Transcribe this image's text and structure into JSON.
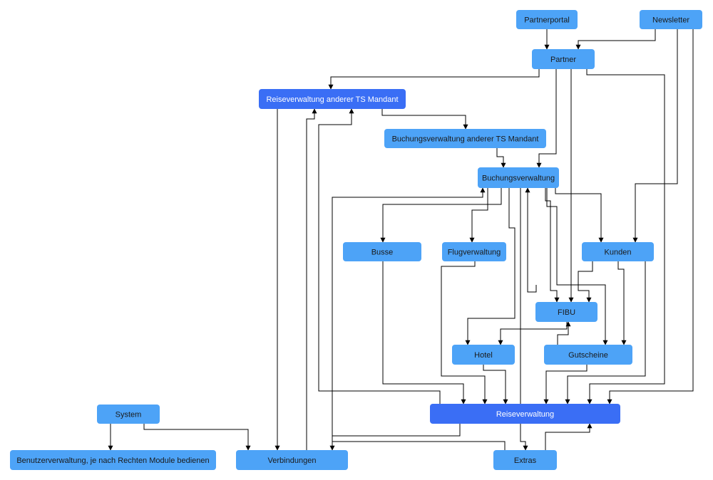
{
  "colors": {
    "node_fill": "#4da3f7",
    "node_fill_main": "#3a6ef5",
    "edge": "#000000",
    "background": "#ffffff"
  },
  "nodes": {
    "partnerportal": {
      "label": "Partnerportal",
      "style": "light"
    },
    "newsletter": {
      "label": "Newsletter",
      "style": "light"
    },
    "partner": {
      "label": "Partner",
      "style": "light"
    },
    "reiseverwaltung_ts": {
      "label": "Reiseverwaltung anderer TS Mandant",
      "style": "main"
    },
    "buchungsverwaltung_ts": {
      "label": "Buchungsverwaltung anderer TS Mandant",
      "style": "light"
    },
    "buchungsverwaltung": {
      "label": "Buchungsverwaltung",
      "style": "light"
    },
    "busse": {
      "label": "Busse",
      "style": "light"
    },
    "flugverwaltung": {
      "label": "Flugverwaltung",
      "style": "light"
    },
    "kunden": {
      "label": "Kunden",
      "style": "light"
    },
    "fibu": {
      "label": "FIBU",
      "style": "light"
    },
    "hotel": {
      "label": "Hotel",
      "style": "light"
    },
    "gutscheine": {
      "label": "Gutscheine",
      "style": "light"
    },
    "system": {
      "label": "System",
      "style": "light"
    },
    "reiseverwaltung": {
      "label": "Reiseverwaltung",
      "style": "main"
    },
    "benutzerverwaltung": {
      "label": "Benutzerverwaltung, je nach Rechten Module bedienen",
      "style": "light"
    },
    "verbindungen": {
      "label": "Verbindungen",
      "style": "light"
    },
    "extras": {
      "label": "Extras",
      "style": "light"
    }
  },
  "edges": [
    {
      "from": "partnerportal",
      "to": "partner"
    },
    {
      "from": "newsletter",
      "to": "partner"
    },
    {
      "from": "newsletter",
      "to": "kunden"
    },
    {
      "from": "newsletter",
      "to": "reiseverwaltung"
    },
    {
      "from": "partner",
      "to": "reiseverwaltung_ts"
    },
    {
      "from": "partner",
      "to": "buchungsverwaltung"
    },
    {
      "from": "partner",
      "to": "fibu"
    },
    {
      "from": "partner",
      "to": "reiseverwaltung"
    },
    {
      "from": "reiseverwaltung_ts",
      "to": "buchungsverwaltung_ts"
    },
    {
      "from": "reiseverwaltung_ts",
      "to": "verbindungen"
    },
    {
      "from": "buchungsverwaltung_ts",
      "to": "buchungsverwaltung"
    },
    {
      "from": "buchungsverwaltung",
      "to": "busse"
    },
    {
      "from": "buchungsverwaltung",
      "to": "flugverwaltung"
    },
    {
      "from": "buchungsverwaltung",
      "to": "kunden"
    },
    {
      "from": "buchungsverwaltung",
      "to": "hotel"
    },
    {
      "from": "buchungsverwaltung",
      "to": "fibu"
    },
    {
      "from": "buchungsverwaltung",
      "to": "gutscheine"
    },
    {
      "from": "kunden",
      "to": "fibu"
    },
    {
      "from": "kunden",
      "to": "gutscheine"
    },
    {
      "from": "kunden",
      "to": "reiseverwaltung"
    },
    {
      "from": "fibu",
      "to": "hotel"
    },
    {
      "from": "fibu",
      "to": "buchungsverwaltung"
    },
    {
      "from": "gutscheine",
      "to": "fibu"
    },
    {
      "from": "gutscheine",
      "to": "reiseverwaltung"
    },
    {
      "from": "busse",
      "to": "reiseverwaltung"
    },
    {
      "from": "flugverwaltung",
      "to": "reiseverwaltung"
    },
    {
      "from": "hotel",
      "to": "reiseverwaltung"
    },
    {
      "from": "system",
      "to": "benutzerverwaltung"
    },
    {
      "from": "system",
      "to": "verbindungen"
    },
    {
      "from": "reiseverwaltung",
      "to": "reiseverwaltung_ts"
    },
    {
      "from": "reiseverwaltung",
      "to": "verbindungen"
    },
    {
      "from": "verbindungen",
      "to": "reiseverwaltung_ts"
    },
    {
      "from": "extras",
      "to": "reiseverwaltung"
    },
    {
      "from": "extras",
      "to": "buchungsverwaltung"
    },
    {
      "from": "buchungsverwaltung",
      "to": "extras"
    }
  ]
}
